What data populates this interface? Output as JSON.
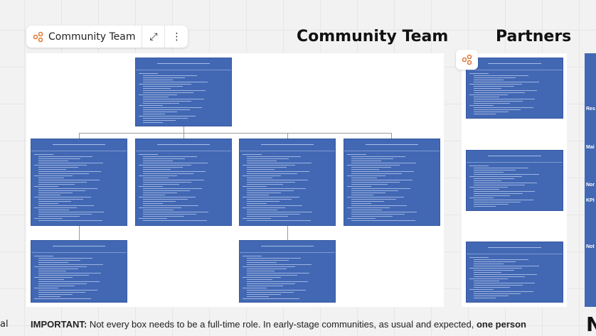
{
  "toolbar": {
    "title": "Community Team",
    "icon": "mindmap-icon",
    "expand_icon": "expand-icon",
    "more_icon": "more-vertical-icon"
  },
  "headings": {
    "community": "Community Team",
    "partners": "Partners"
  },
  "right_panel": {
    "labels": [
      "Res",
      "Mai",
      "Nor",
      "KPI",
      "Not"
    ],
    "heading_partial": "N"
  },
  "left_partial": "al",
  "note": {
    "bold_prefix": "IMPORTANT:",
    "text": " Not every box needs to be a full-time role. In early-stage communities, as usual and expected, ",
    "bold_suffix": "one person"
  },
  "colors": {
    "card": "#4268b4",
    "accent": "#e07b39"
  }
}
